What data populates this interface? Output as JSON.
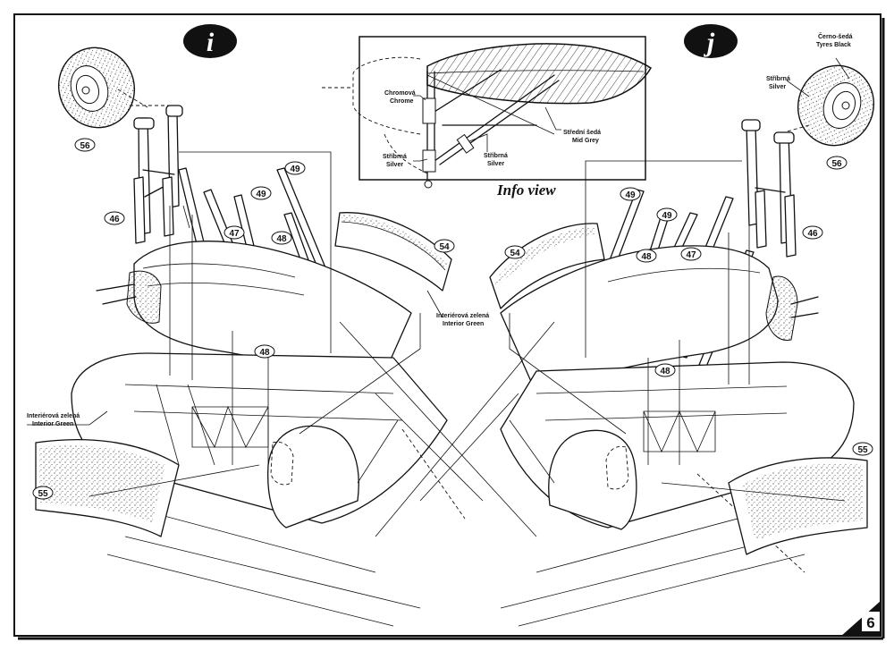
{
  "badges": {
    "left": "i",
    "right": "j"
  },
  "info_view": {
    "title": "Info view",
    "chrome_cz": "Chromová",
    "chrome_en": "Chrome",
    "silver1_cz": "Stříbrná",
    "silver1_en": "Silver",
    "silver2_cz": "Stříbrná",
    "silver2_en": "Silver",
    "midgrey_cz": "Střední šedá",
    "midgrey_en": "Mid Grey"
  },
  "left_view": {
    "interior_top_cz": "Interiérová zelená",
    "interior_top_en": "Interior Green",
    "interior_left_cz": "Interiérová zelená",
    "interior_left_en": "Interior Green",
    "parts": {
      "p56": "56",
      "p46": "46",
      "p47": "47",
      "p49a": "49",
      "p49b": "49",
      "p48a": "48",
      "p48b": "48",
      "p54": "54",
      "p55": "55"
    }
  },
  "right_view": {
    "tyres_cz": "Černo-šedá",
    "tyres_en": "Tyres Black",
    "silver_cz": "Stříbrná",
    "silver_en": "Silver",
    "parts": {
      "p56": "56",
      "p46": "46",
      "p47": "47",
      "p49a": "49",
      "p49b": "49",
      "p48a": "48",
      "p48b": "48",
      "p54": "54",
      "p55": "55"
    }
  },
  "page_number": "6"
}
